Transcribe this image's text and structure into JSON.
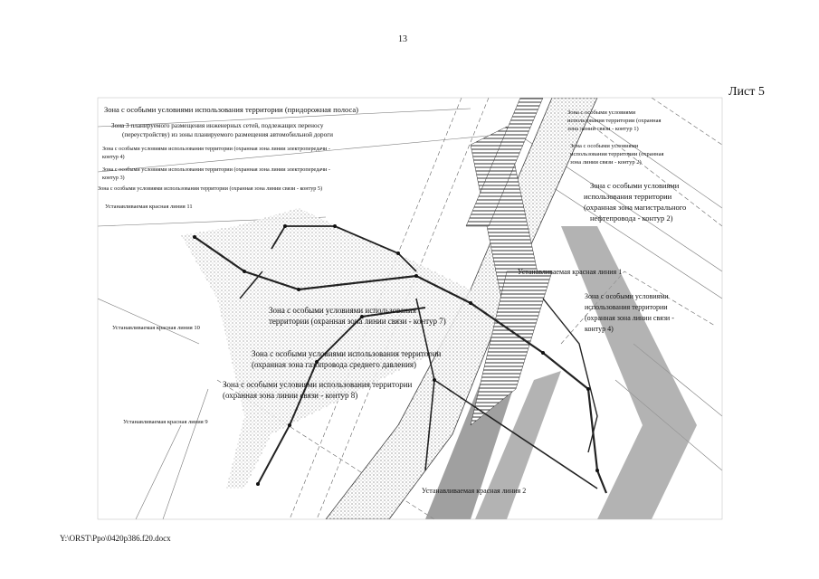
{
  "page": {
    "number": "13",
    "sheet_label": "Лист 5",
    "footer_path": "Y:\\ORST\\Ppo\\0420p386.f20.docx"
  },
  "labels": {
    "zone_roadside": "Зона с особыми условиями использования территории (придорожная полоса)",
    "zone3_line1": "Зона 3 планируемого размещения инженерных сетей, подлежащих переносу",
    "zone3_line2": "(переустройству) из зоны планируемого размещения автомобильной дороги",
    "zone_power4_line1": "Зона с особыми условиями использования территории (охранная зона линии электропередачи -",
    "zone_power4_line2": "контур 4)",
    "zone_power3_line1": "Зона с особыми условиями использования территории (охранная зона линии электропередачи -",
    "zone_power3_line2": "контур 3)",
    "zone_comm5": "Зона с особыми условиями использования территории (охранная зона линии связи - контур 5)",
    "red_line_11": "Устанавливаемая красная линия 11",
    "red_line_10": "Устанавливаемая красная линия 10",
    "red_line_9": "Устанавливаемая красная линия 9",
    "red_line_1": "Устанавливаемая красная линия 1",
    "red_line_2": "Устанавливаемая красная линия 2",
    "zone_comm1_line1": "Зона с особыми условиями",
    "zone_comm1_line2": "использования территории (охранная",
    "zone_comm1_line3": "зона линии связи - контур 1)",
    "zone_comm2_line1": "Зона с особыми условиями",
    "zone_comm2_line2": "использования территории (охранная",
    "zone_comm2_line3": "зона линии связи - контур 2)",
    "zone_oil_line1": "Зона с особыми условиями",
    "zone_oil_line2": "использования территории",
    "zone_oil_line3": "(охранная зона магистрального",
    "zone_oil_line4": "нефтепровода - контур 2)",
    "zone_comm4_line1": "Зона с особыми условиями",
    "zone_comm4_line2": "использования территории",
    "zone_comm4_line3": "(охранная зона линии связи -",
    "zone_comm4_line4": "контур 4)",
    "zone_comm7_line1": "Зона с особыми условиями использования",
    "zone_comm7_line2": "территории (охранная зона линии связи - контур 7)",
    "zone_gas_line1": "Зона с особыми условиями использования территории",
    "zone_gas_line2": "(охранная зона газопровода среднего давления)",
    "zone_comm8_line1": "Зона с особыми условиями использования территории",
    "zone_comm8_line2": "(охранная зона линии связи - контур 8)"
  }
}
